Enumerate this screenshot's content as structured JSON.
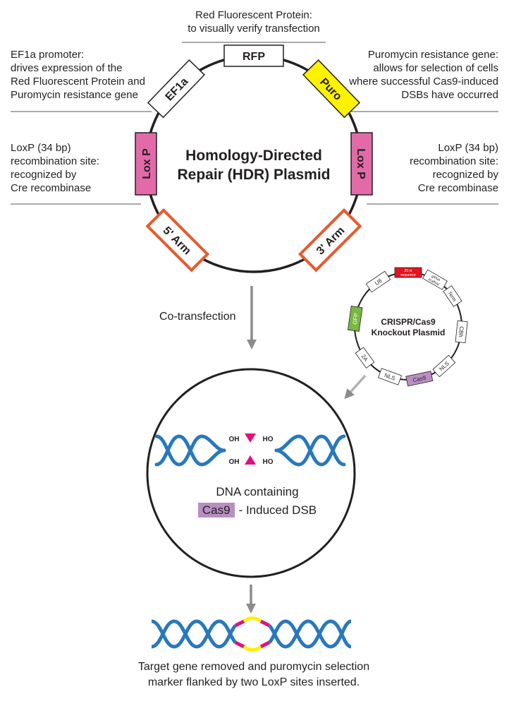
{
  "annotations": {
    "rfp": [
      "Red Fluorescent Protein:",
      "to visually verify transfection"
    ],
    "ef1a": [
      "EF1a promoter:",
      "drives expression of the",
      "Red Fluorescent Protein and",
      "Puromycin resistance gene"
    ],
    "puro": [
      "Puromycin resistance gene:",
      "allows for selection of cells",
      "where successful Cas9-induced",
      "DSBs have occurred"
    ],
    "loxp_left": [
      "LoxP (34 bp)",
      "recombination site:",
      "recognized by",
      "Cre recombinase"
    ],
    "loxp_right": [
      "LoxP (34 bp)",
      "recombination site:",
      "recognized by",
      "Cre recombinase"
    ]
  },
  "hdr_plasmid": {
    "title_line1": "Homology-Directed",
    "title_line2": "Repair (HDR) Plasmid",
    "segments": {
      "rfp": "RFP",
      "ef1a": "EF1a",
      "puro": "Puro",
      "loxp_left": "Lox P",
      "loxp_right": "Lox P",
      "arm5": "5' Arm",
      "arm3": "3' Arm"
    }
  },
  "crispr_plasmid": {
    "title_line1": "CRISPR/Cas9",
    "title_line2": "Knockout Plasmid",
    "segments": {
      "seq20_line1": "20 nt",
      "seq20_line2": "sequence",
      "grna_line1": "gRNA",
      "grna_line2": "scaffold",
      "u6": "U6",
      "term": "Term",
      "gfp": "GFP",
      "cbh": "CBh",
      "t2a": "2A",
      "nls_left": "NLS",
      "cas9": "Cas9",
      "nls_right": "NLS"
    }
  },
  "step_label": "Co-transfection",
  "dsb": {
    "oh_top": "OH",
    "ho_top": "HO",
    "oh_bottom": "OH",
    "ho_bottom": "HO",
    "caption_line1": "DNA containing",
    "caption_cas9": "Cas9",
    "caption_rest": "- Induced DSB"
  },
  "result_caption": [
    "Target gene removed and puromycin selection",
    "marker flanked by two LoxP sites inserted."
  ],
  "colors": {
    "puro": "#fff200",
    "loxp": "#e36aa9",
    "arm": "#e85a2a",
    "seq20": "#e3141f",
    "gfp": "#78b843",
    "cas9": "#b98fc3",
    "dna": "#2878bd",
    "dsb": "#e0117f",
    "insert_yellow": "#fff200"
  }
}
